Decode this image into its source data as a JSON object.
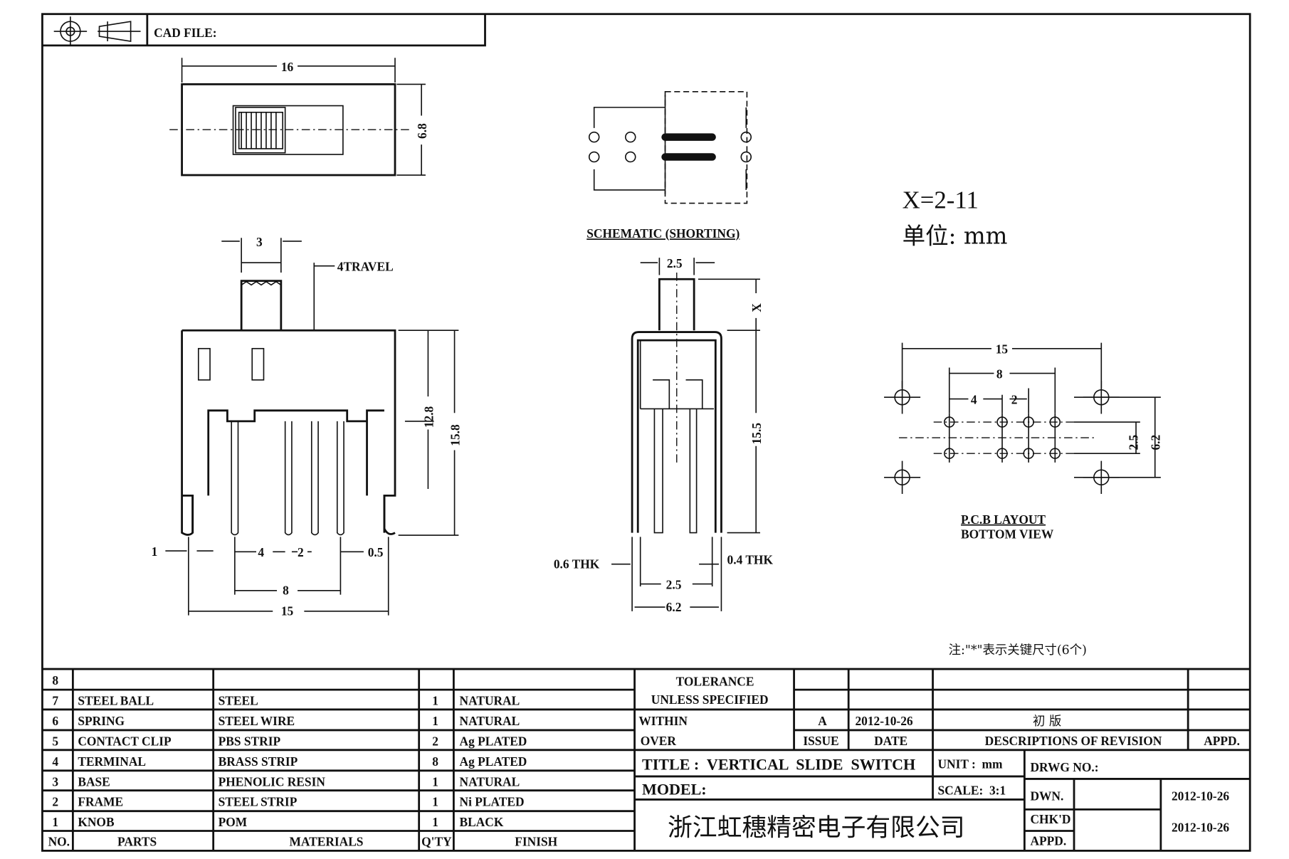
{
  "header": {
    "cad_file_label": "CAD FILE:",
    "projection_symbol": "first-angle-projection-icon"
  },
  "top_view": {
    "dim_width": "16",
    "dim_height": "6.8"
  },
  "front_view": {
    "dim_knob": "3",
    "travel": "4TRAVEL",
    "dim_12_8": "12.8",
    "dim_15_8": "15.8",
    "dim_1": "1",
    "dim_4": "4",
    "dim_2": "2",
    "dim_0_5": "0.5",
    "dim_8": "8",
    "dim_15": "15"
  },
  "schematic": {
    "label": "SCHEMATIC (SHORTING)"
  },
  "side_view": {
    "dim_2_5_top": "2.5",
    "dim_x": "X",
    "dim_15_5": "15.5",
    "thk_06": "0.6 THK",
    "thk_04": "0.4 THK",
    "dim_2_5_bottom": "2.5",
    "dim_6_2": "6.2"
  },
  "notes": {
    "x_range": "X=2-11",
    "unit": "单位: mm",
    "key_dims": "注:\"*\"表示关键尺寸(6个)"
  },
  "pcb_layout": {
    "dim_15": "15",
    "dim_8": "8",
    "dim_4": "4",
    "dim_2": "2",
    "dim_2_5": "2.5",
    "dim_6_2": "6.2",
    "label": "P.C.B LAYOUT",
    "sublabel": "BOTTOM VIEW"
  },
  "bom": {
    "headers": {
      "no": "NO.",
      "parts": "PARTS",
      "materials": "MATERIALS",
      "qty": "Q'TY",
      "finish": "FINISH"
    },
    "rows": [
      {
        "no": "8",
        "parts": "",
        "materials": "",
        "qty": "",
        "finish": ""
      },
      {
        "no": "7",
        "parts": "STEEL BALL",
        "materials": "STEEL",
        "qty": "1",
        "finish": "NATURAL"
      },
      {
        "no": "6",
        "parts": "SPRING",
        "materials": "STEEL WIRE",
        "qty": "1",
        "finish": "NATURAL"
      },
      {
        "no": "5",
        "parts": "CONTACT CLIP",
        "materials": "PBS STRIP",
        "qty": "2",
        "finish": "Ag PLATED"
      },
      {
        "no": "4",
        "parts": "TERMINAL",
        "materials": "BRASS STRIP",
        "qty": "8",
        "finish": "Ag PLATED"
      },
      {
        "no": "3",
        "parts": "BASE",
        "materials": "PHENOLIC RESIN",
        "qty": "1",
        "finish": "NATURAL"
      },
      {
        "no": "2",
        "parts": "FRAME",
        "materials": "STEEL STRIP",
        "qty": "1",
        "finish": "Ni PLATED"
      },
      {
        "no": "1",
        "parts": "KNOB",
        "materials": "POM",
        "qty": "1",
        "finish": "BLACK"
      }
    ]
  },
  "title_block": {
    "tolerance": "TOLERANCE",
    "unless_specified": "UNLESS   SPECIFIED",
    "within": "WITHIN",
    "over": "OVER",
    "revision": {
      "issue": "A",
      "date": "2012-10-26",
      "description": "初  版"
    },
    "rev_headers": {
      "issue": "ISSUE",
      "date": "DATE",
      "description": "DESCRIPTIONS OF REVISION",
      "appd": "APPD."
    },
    "title": "TITLE :  VERTICAL  SLIDE  SWITCH",
    "unit": "UNIT :  mm",
    "drwg_no": "DRWG NO.:",
    "model": "MODEL:",
    "scale": "SCALE:  3:1",
    "company": "浙江虹穗精密电子有限公司",
    "dwn_label": "DWN.",
    "dwn_date": "2012-10-26",
    "chkd_label": "CHK'D",
    "chkd_date": "2012-10-26",
    "appd_label": "APPD."
  }
}
